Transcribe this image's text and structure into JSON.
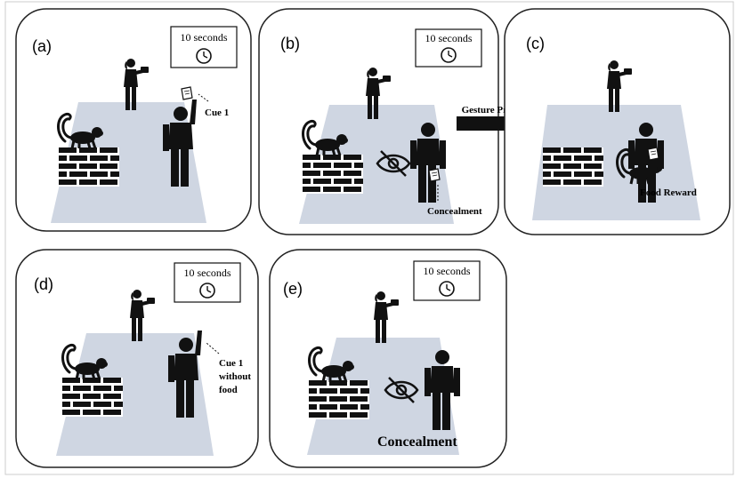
{
  "timer_text": "10 seconds",
  "panels": [
    {
      "label": "(a)",
      "annotations": [
        "Cue 1"
      ]
    },
    {
      "label": "(b)",
      "annotations": [
        "Concealment"
      ]
    },
    {
      "label": "(c)",
      "annotations": [
        "Food Reward"
      ]
    },
    {
      "label": "(d)",
      "annotations": [
        "Cue 1",
        "without",
        "food"
      ]
    },
    {
      "label": "(e)",
      "annotations": [
        "Concealment"
      ]
    }
  ],
  "transition_arrow": "Gesture Produced",
  "colors": {
    "floor": "#cfd6e2",
    "ink": "#111111",
    "panel_border": "#222222"
  }
}
